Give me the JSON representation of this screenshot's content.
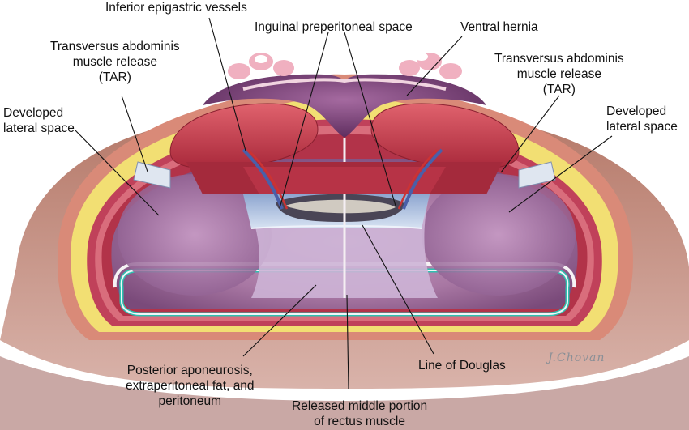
{
  "labels": {
    "inferior_epigastric": "Inferior epigastric vessels",
    "inguinal_preperitoneal": "Inguinal preperitoneal space",
    "ventral_hernia": "Ventral hernia",
    "tar_left": [
      "Transversus abdominis",
      "muscle release",
      "(TAR)"
    ],
    "tar_right": [
      "Transversus abdominis",
      "muscle release",
      "(TAR)"
    ],
    "developed_left": [
      "Developed",
      "lateral space"
    ],
    "developed_right": [
      "Developed",
      "lateral space"
    ],
    "posterior_aponeurosis": [
      "Posterior aponeurosis,",
      "extraperitoneal fat, and",
      "peritoneum"
    ],
    "line_of_douglas": "Line of Douglas",
    "released_rectus": [
      "Released middle portion",
      "of rectus muscle"
    ]
  },
  "signature": "J.Chovan",
  "colors": {
    "skin": "#d89a86",
    "fat": "#f4e27a",
    "muscle": "#c8404f",
    "cavity": "#a872a0",
    "fascia": "#c9d8ec",
    "peritoneum_line": "#2fc0b0",
    "leader": "#111111"
  }
}
